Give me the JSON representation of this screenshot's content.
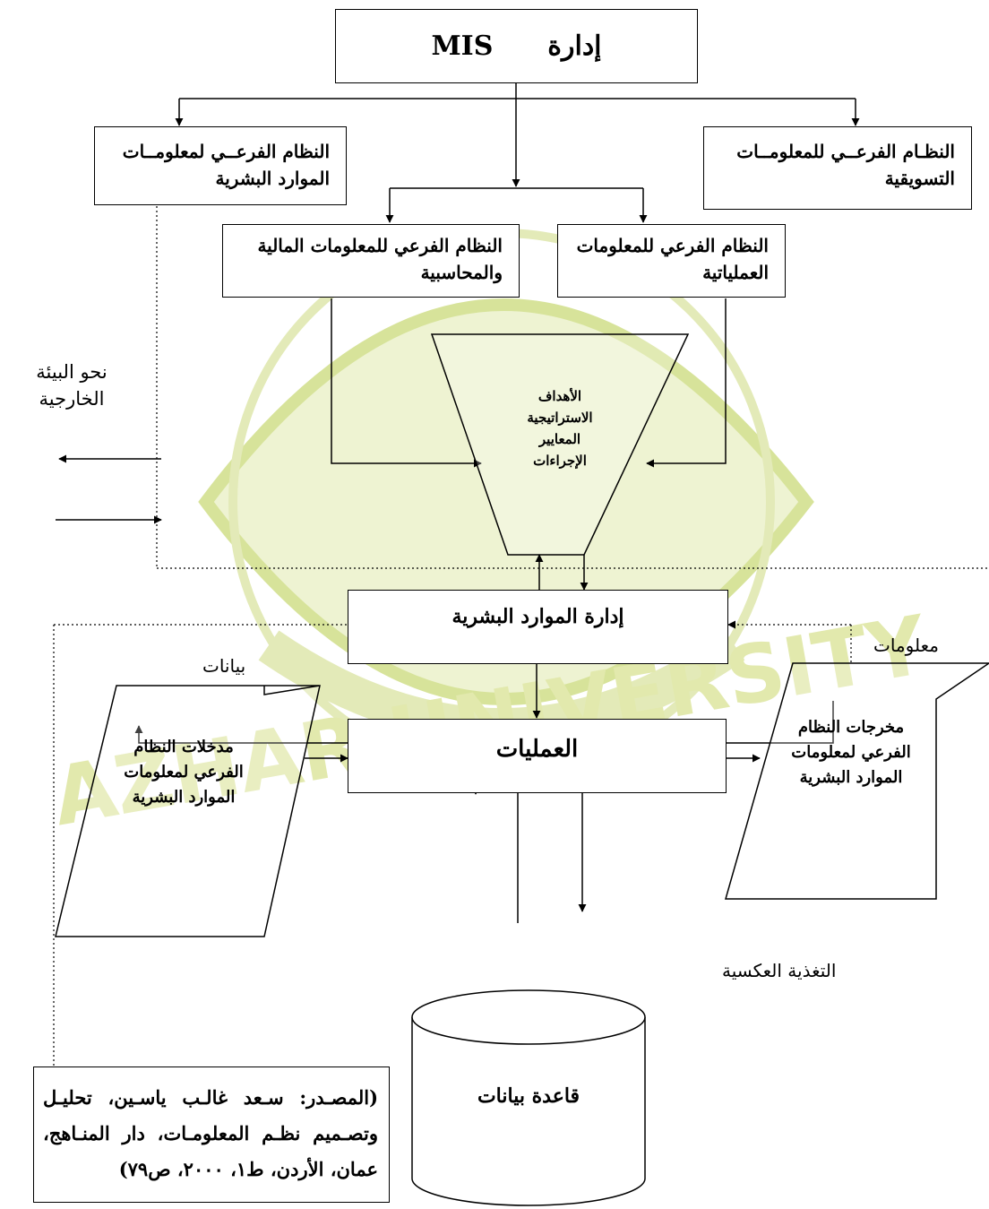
{
  "title_box": {
    "mis": "MIS",
    "admin_word": "إدارة"
  },
  "marketing_subsystem": {
    "line1": "النظـام الفرعــي للمعلومــات",
    "line2": "التسويقية"
  },
  "hr_subsystem_top": {
    "line1": "النظام الفرعــي لمعلومــات",
    "line2": "الموارد البشرية"
  },
  "operational_subsystem": {
    "line1": "النظام الفرعي للمعلومات",
    "line2": "العملياتية"
  },
  "financial_subsystem": {
    "line1": "النظام الفرعي للمعلومات المالية",
    "line2": "والمحاسبية"
  },
  "funnel": {
    "line1": "الأهداف",
    "line2": "الاستراتيجية",
    "line3": "المعايير",
    "line4": "الإجراءات"
  },
  "external_env": {
    "line1": "نحو البيئة",
    "line2": "الخارجية"
  },
  "hr_management": "إدارة الموارد البشرية",
  "operations": "العمليات",
  "data_label": "بيانات",
  "info_label": "معلومات",
  "inputs": {
    "line1": "مدخلات النظام",
    "line2": "الفرعي لمعلومات",
    "line3": "الموارد البشرية"
  },
  "outputs": {
    "line1": "مخرجات النظام",
    "line2": "الفرعي لمعلومات",
    "line3": "الموارد البشرية"
  },
  "feedback_label": "التغذية العكسية",
  "database": "قاعدة بيانات",
  "source": {
    "line1": "(المصـدر: سـعد غالـب ياسـين، تحليـل",
    "line2": "وتصـميم نظـم المعلومـات، دار المنـاهج،",
    "line3": "عمان، الأردن، ط١، ٢٠٠٠، ص٧٩)"
  },
  "watermark": {
    "text": "AZHAR UNIVERSITY",
    "color": "#dfe7a6",
    "shield_color": "#e6eec3"
  },
  "colors": {
    "stroke": "#000000",
    "background": "#ffffff"
  }
}
